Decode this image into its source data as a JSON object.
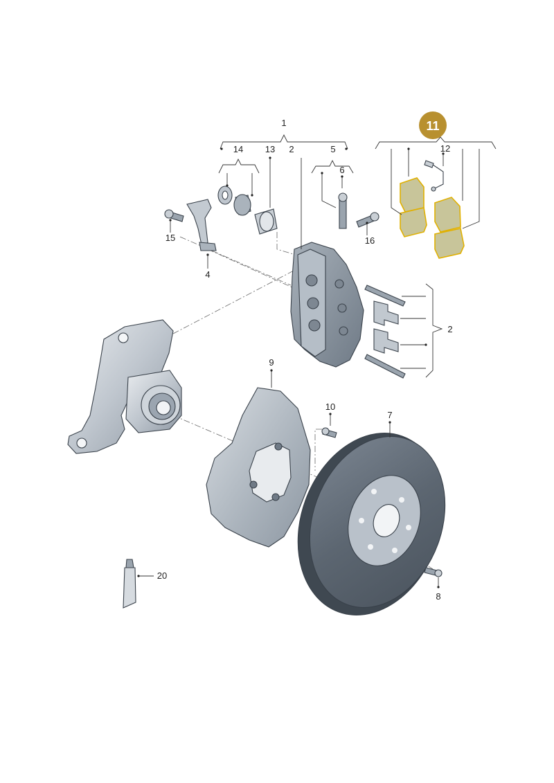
{
  "callouts": {
    "c1": "1",
    "c2a": "2",
    "c2b": "2",
    "c4": "4",
    "c5": "5",
    "c6": "6",
    "c7": "7",
    "c8": "8",
    "c9": "9",
    "c10": "10",
    "c11": "11",
    "c12": "12",
    "c13": "13",
    "c14": "14",
    "c15": "15",
    "c16": "16",
    "c20": "20"
  },
  "colors": {
    "badge": "#b8902f",
    "pad_highlight": "#e0b000",
    "part_fill_light": "#dfe3e7",
    "part_fill_mid": "#b9c1ca",
    "part_fill_dark": "#8f99a4"
  }
}
